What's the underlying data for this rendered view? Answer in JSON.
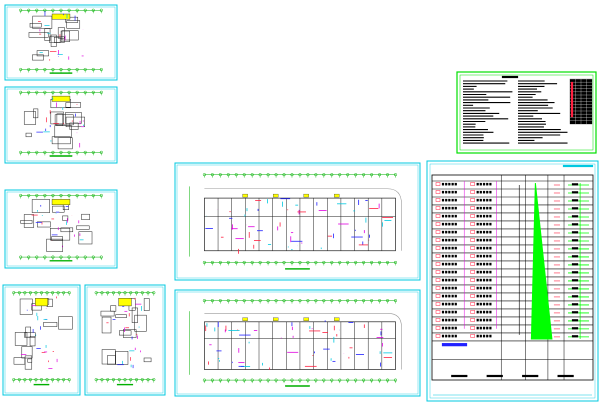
{
  "colors": {
    "frame": "#00c8e0",
    "notes_frame": "#00e000",
    "axis": "#00b000",
    "walls": "#202020",
    "pipes_red": "#ff2040",
    "pipes_magenta": "#e000e0",
    "pipes_blue": "#2020ff",
    "highlight_yellow": "#ffff00",
    "riser_green": "#00ff00"
  },
  "sheets": [
    {
      "kind": "floor-plan-small"
    },
    {
      "kind": "floor-plan-small"
    },
    {
      "kind": "floor-plan-small"
    },
    {
      "kind": "floor-plan-small"
    },
    {
      "kind": "floor-plan-small"
    },
    {
      "kind": "floor-plan-long"
    },
    {
      "kind": "floor-plan-long"
    },
    {
      "kind": "design-notes"
    },
    {
      "kind": "riser-diagram",
      "floors": 20
    }
  ]
}
